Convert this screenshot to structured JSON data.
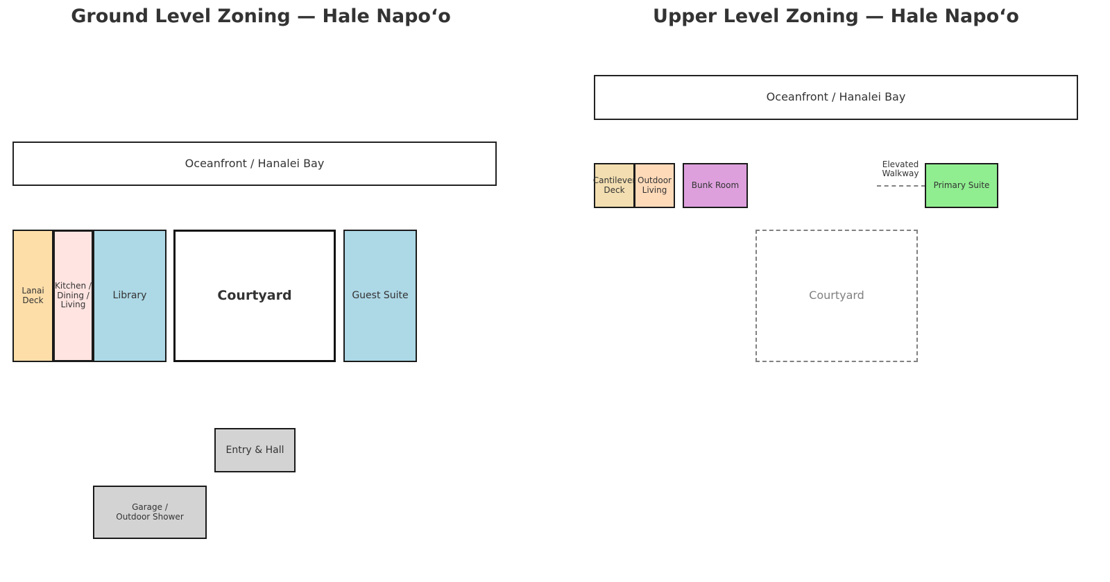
{
  "ground": {
    "title": "Ground Level Zoning — Hale Napoʻo",
    "oceanfront": "Oceanfront / Hanalei Bay",
    "rooms": {
      "lanai_deck": "Lanai Deck",
      "kitchen": "Kitchen /\nDining /\nLiving",
      "library": "Library",
      "courtyard": "Courtyard",
      "guest_suite": "Guest Suite",
      "entry_hall": "Entry & Hall",
      "garage": "Garage /\nOutdoor Shower"
    }
  },
  "upper": {
    "title": "Upper Level Zoning — Hale Napoʻo",
    "oceanfront": "Oceanfront / Hanalei Bay",
    "rooms": {
      "cantilever_deck": "Cantilever\nDeck",
      "outdoor_living": "Outdoor\nLiving",
      "bunk_room": "Bunk Room",
      "primary_suite": "Primary Suite",
      "courtyard": "Courtyard"
    },
    "walkway_label": "Elevated\nWalkway"
  },
  "colors": {
    "lanai_deck": "#FDDEA9",
    "kitchen": "#FFE4E1",
    "library": "#ADD8E6",
    "guest_suite": "#ADD8E6",
    "service": "#D3D3D3",
    "cantilever_deck": "#F2DEB0",
    "outdoor_living": "#FFDAB9",
    "bunk_room": "#DDA0DD",
    "primary_suite": "#90EE90"
  }
}
